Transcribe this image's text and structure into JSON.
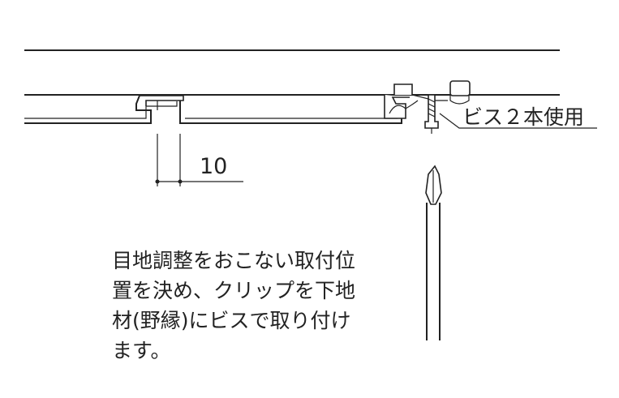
{
  "dimension": {
    "value": "10"
  },
  "callout": {
    "label": "ビス２本使用"
  },
  "instruction": {
    "lines": [
      "目地調整をおこない取付位",
      "置を決め、クリップを下地",
      "材(野縁)にビスで取り付け",
      "ます。"
    ]
  },
  "colors": {
    "line": "#222222",
    "background": "#ffffff"
  }
}
